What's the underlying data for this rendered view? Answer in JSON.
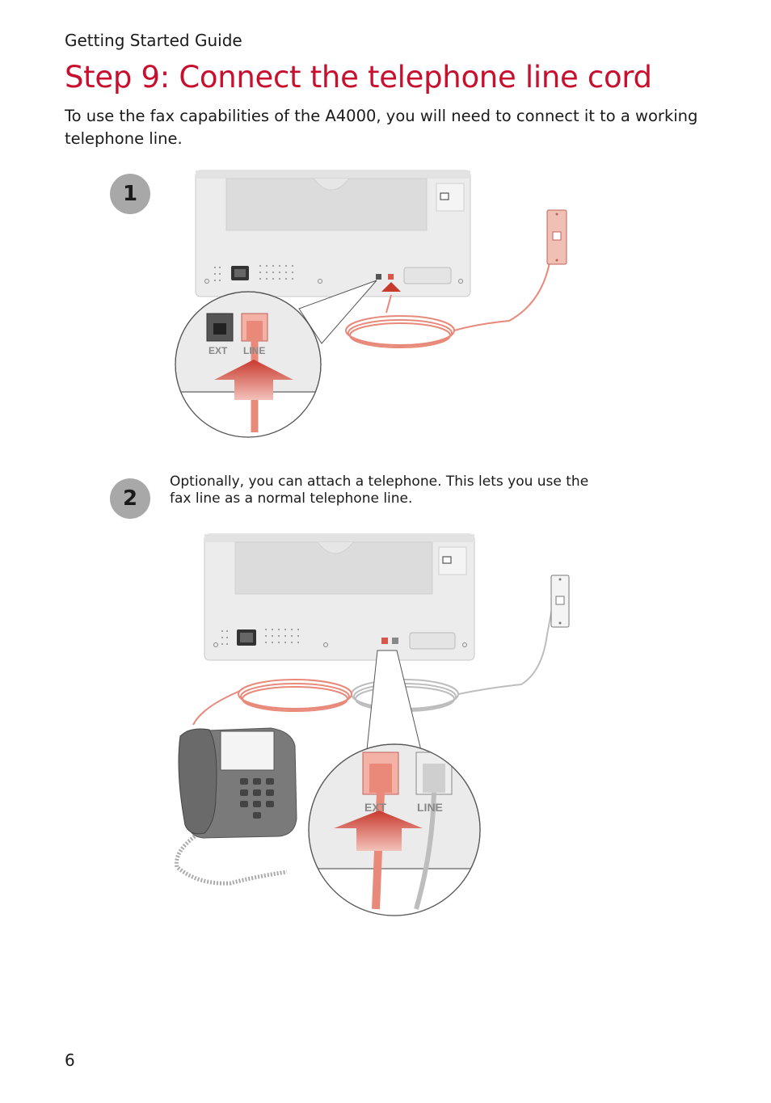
{
  "header": {
    "guide_label": "Getting Started Guide"
  },
  "title": "Step 9: Connect the telephone line cord",
  "intro": "To use the fax capabilities of the A4000, you will need to connect it to a working telephone line.",
  "steps": [
    {
      "number": "1",
      "text": ""
    },
    {
      "number": "2",
      "text": "Optionally, you can attach a telephone. This lets you use the fax line as a normal telephone line."
    }
  ],
  "port_labels": {
    "ext": "EXT",
    "line": "LINE"
  },
  "colors": {
    "title": "#c8102e",
    "badge": "#a8a8a8",
    "cord_red": "#e8897a",
    "cord_gray": "#bdbdbd",
    "arrow_red": "#c83a2e"
  },
  "footer": {
    "page_number": "6"
  }
}
